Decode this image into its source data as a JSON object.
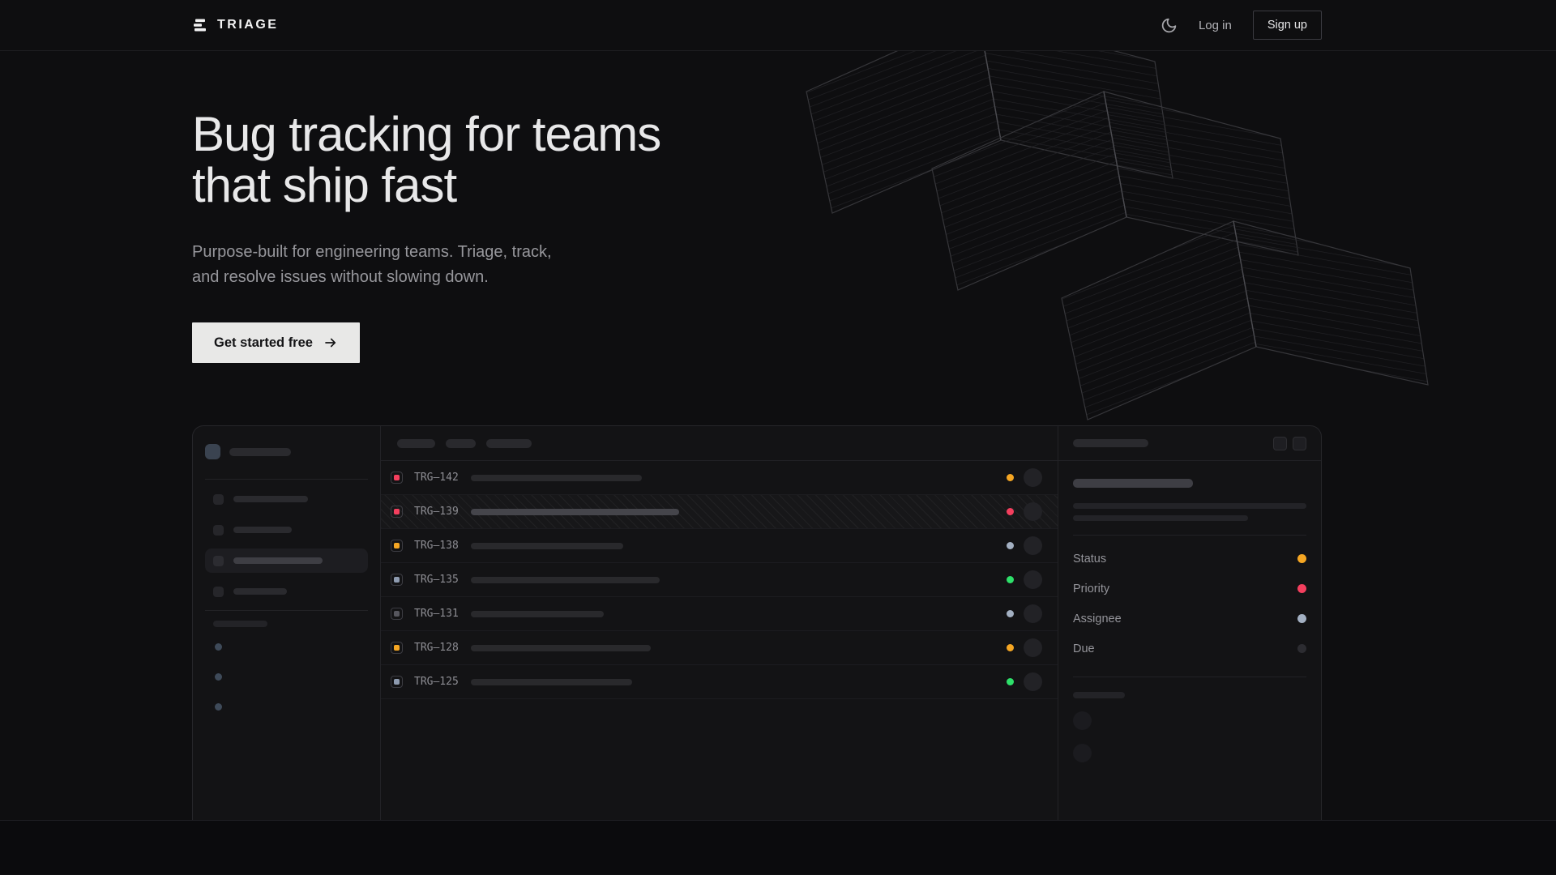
{
  "nav": {
    "brand": "TRIAGE",
    "log_in": "Log in",
    "sign_up": "Sign up"
  },
  "hero": {
    "heading_line1": "Bug tracking for teams",
    "heading_line2": "that ship fast",
    "subtitle": "Purpose-built for engineering teams. Triage, track, and resolve issues without slowing down.",
    "cta": "Get started free"
  },
  "colors": {
    "amber": "#f5a623",
    "rose": "#f43f5e",
    "green": "#2ee06a",
    "slate": "#a3b0c2",
    "gray": "#56565e",
    "muted": "#2c2c31"
  },
  "mockup": {
    "issues": [
      {
        "id": "TRG–142",
        "icon_color": "#f43f5e",
        "status_color": "#f5a623"
      },
      {
        "id": "TRG–139",
        "icon_color": "#f43f5e",
        "status_color": "#f43f5e"
      },
      {
        "id": "TRG–138",
        "icon_color": "#f5a623",
        "status_color": "#a3b0c2"
      },
      {
        "id": "TRG–135",
        "icon_color": "#8e9bb0",
        "status_color": "#2ee06a"
      },
      {
        "id": "TRG–131",
        "icon_color": "#56565e",
        "status_color": "#a3b0c2"
      },
      {
        "id": "TRG–128",
        "icon_color": "#f5a623",
        "status_color": "#f5a623"
      },
      {
        "id": "TRG–125",
        "icon_color": "#8e9bb0",
        "status_color": "#2ee06a"
      }
    ],
    "detail_fields": [
      {
        "label": "Status",
        "color": "#f5a623"
      },
      {
        "label": "Priority",
        "color": "#f43f5e"
      },
      {
        "label": "Assignee",
        "color": "#a3b0c2"
      },
      {
        "label": "Due",
        "color": "#2c2c31"
      }
    ]
  }
}
